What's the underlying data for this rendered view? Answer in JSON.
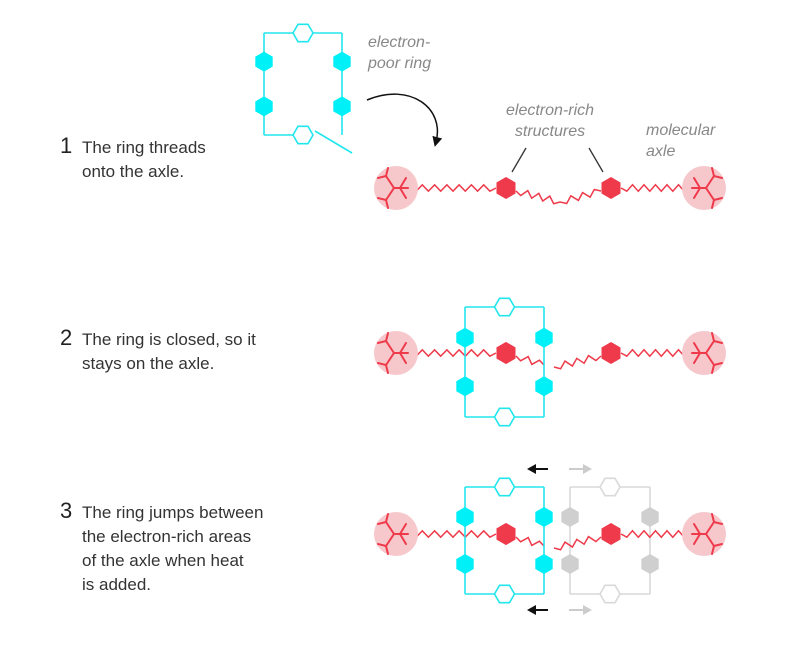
{
  "colors": {
    "ring": "#22e6ee",
    "hexFill": "#00f0f8",
    "axle": "#ee3a4a",
    "stopperBg": "#f6c8cc",
    "ghost": "#d9d9d9",
    "ghostHex": "#cfcfcf",
    "arrowDark": "#111111",
    "arrowLight": "#cccccc",
    "annotation": "#888888",
    "text": "#333333"
  },
  "annotations": {
    "ring": "electron-\npoor ring",
    "rich": "electron-rich\nstructures",
    "axle": "molecular\naxle"
  },
  "steps": [
    {
      "num": "1",
      "text": "The ring threads\nonto the axle."
    },
    {
      "num": "2",
      "text": "The ring is closed, so it\nstays on the axle."
    },
    {
      "num": "3",
      "text": "The ring jumps between\nthe electron-rich areas\nof the axle when heat\nis added."
    }
  ],
  "icons": {
    "stopper": "branched-stopper-icon",
    "hexagon": "hexagon-icon",
    "arrow": "direction-arrow-icon"
  }
}
